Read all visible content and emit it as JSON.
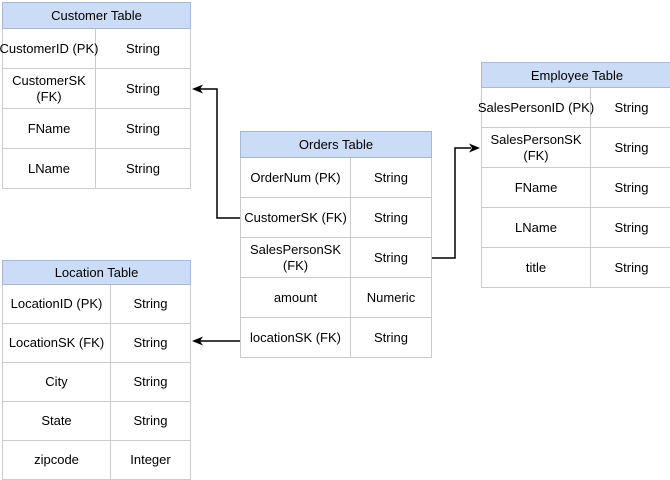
{
  "diagram": {
    "type": "entity-relationship",
    "background": "#FFFFFF",
    "colors": {
      "header_fill": "#CBDCF7",
      "header_border": "#A9B7D9",
      "row_border": "#CCCCCC",
      "connector": "#000000",
      "text": "#000000"
    },
    "tables": [
      {
        "id": "customer",
        "title": "Customer Table",
        "rows": [
          {
            "name": "CustomerID (PK)",
            "type": "String"
          },
          {
            "name": "CustomerSK\n(FK)",
            "type": "String"
          },
          {
            "name": "FName",
            "type": "String"
          },
          {
            "name": "LName",
            "type": "String"
          }
        ]
      },
      {
        "id": "orders",
        "title": "Orders Table",
        "rows": [
          {
            "name": "OrderNum (PK)",
            "type": "String"
          },
          {
            "name": "CustomerSK (FK)",
            "type": "String"
          },
          {
            "name": "SalesPersonSK\n(FK)",
            "type": "String"
          },
          {
            "name": "amount",
            "type": "Numeric"
          },
          {
            "name": "locationSK (FK)",
            "type": "String"
          }
        ]
      },
      {
        "id": "employee",
        "title": "Employee Table",
        "rows": [
          {
            "name": "SalesPersonID (PK)",
            "type": "String"
          },
          {
            "name": "SalesPersonSK\n(FK)",
            "type": "String"
          },
          {
            "name": "FName",
            "type": "String"
          },
          {
            "name": "LName",
            "type": "String"
          },
          {
            "name": "title",
            "type": "String"
          }
        ]
      },
      {
        "id": "location",
        "title": "Location Table",
        "rows": [
          {
            "name": "LocationID (PK)",
            "type": "String"
          },
          {
            "name": "LocationSK (FK)",
            "type": "String"
          },
          {
            "name": "City",
            "type": "String"
          },
          {
            "name": "State",
            "type": "String"
          },
          {
            "name": "zipcode",
            "type": "Integer"
          }
        ]
      }
    ],
    "relationships": [
      {
        "from_table": "Orders Table",
        "from_field": "CustomerSK (FK)",
        "to_table": "Customer Table",
        "to_field": "CustomerSK (FK)",
        "arrow_points_to": "Customer Table"
      },
      {
        "from_table": "Orders Table",
        "from_field": "SalesPersonSK (FK)",
        "to_table": "Employee Table",
        "to_field": "SalesPersonSK (FK)",
        "arrow_points_to": "Employee Table"
      },
      {
        "from_table": "Orders Table",
        "from_field": "locationSK (FK)",
        "to_table": "Location Table",
        "to_field": "LocationSK (FK)",
        "arrow_points_to": "Location Table"
      }
    ]
  }
}
